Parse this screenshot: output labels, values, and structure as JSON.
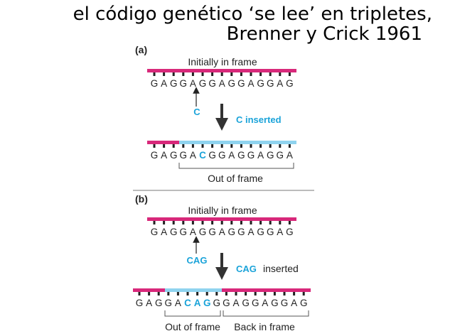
{
  "title": {
    "line1": "el código genético ‘se lee’ en tripletes,",
    "line2": "Brenner y Crick 1961"
  },
  "panel_a": {
    "label": "(a)",
    "top_caption": "Initially in frame",
    "original_seq": [
      "G",
      "A",
      "G",
      "G",
      "A",
      "G",
      "G",
      "A",
      "G",
      "G",
      "A",
      "G",
      "G",
      "A",
      "G"
    ],
    "insert": "C",
    "arrow_caption": "C inserted",
    "mutated_seq": [
      "G",
      "A",
      "G",
      "G",
      "A",
      "C",
      "G",
      "G",
      "A",
      "G",
      "G",
      "A",
      "G",
      "G",
      "A"
    ],
    "inserted_index": [
      5
    ],
    "bottom_caption": "Out of frame"
  },
  "panel_b": {
    "label": "(b)",
    "top_caption": "Initially in frame",
    "original_seq": [
      "G",
      "A",
      "G",
      "G",
      "A",
      "G",
      "G",
      "A",
      "G",
      "G",
      "A",
      "G",
      "G",
      "A",
      "G"
    ],
    "insert": "CAG",
    "arrow_caption_bold": "CAG",
    "arrow_caption_rest": "inserted",
    "mutated_seq": [
      "G",
      "A",
      "G",
      "G",
      "A",
      "C",
      "A",
      "G",
      "G",
      "G",
      "A",
      "G",
      "G",
      "A",
      "G",
      "G",
      "A",
      "G"
    ],
    "inserted_index": [
      5,
      6,
      7
    ],
    "bottom_caption_left": "Out of frame",
    "bottom_caption_right": "Back in frame"
  },
  "colors": {
    "in_frame": "#d8287a",
    "out_of_frame": "#8fd3ef",
    "insert": "#1aa3d9",
    "arrow": "#333333"
  }
}
